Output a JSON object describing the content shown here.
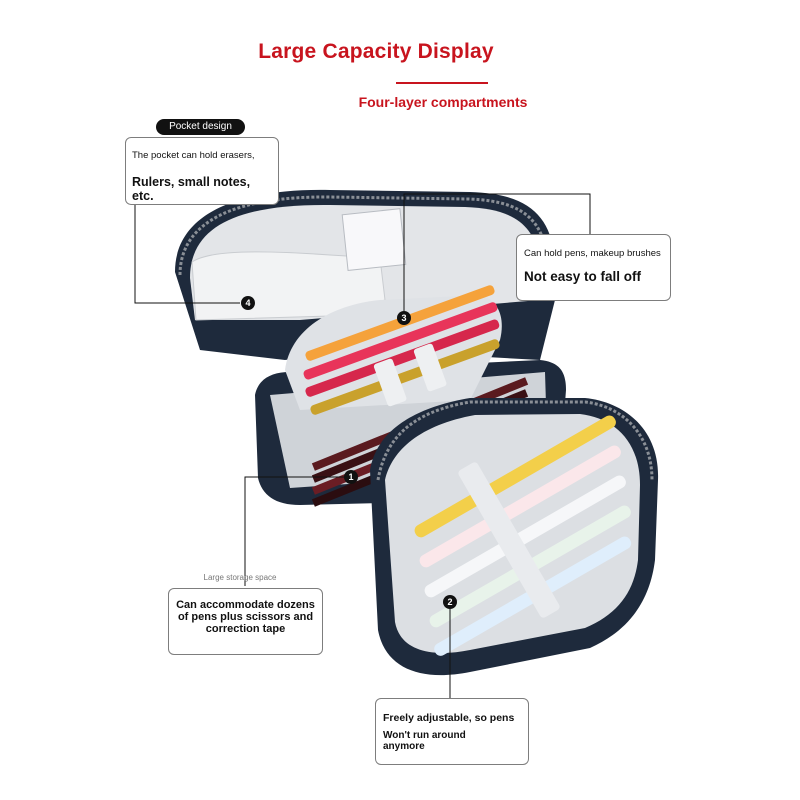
{
  "header": {
    "title": "Large Capacity Display",
    "subtitle": "Four-layer compartments"
  },
  "callouts": {
    "pocket": {
      "tag": "Pocket design",
      "line1": "The pocket can hold erasers,",
      "line2": "Rulers, small notes, etc.",
      "number": "4"
    },
    "pens": {
      "line1": "Can hold pens, makeup brushes",
      "line2": "Not easy to fall off",
      "number": "3"
    },
    "storage": {
      "tag": "Large storage space",
      "line1": "Can accommodate dozens",
      "line2": "of pens plus scissors and",
      "line3": "correction tape",
      "number": "1"
    },
    "adjustable": {
      "line1": "Freely adjustable, so pens",
      "line2": "Won't run around",
      "line3": "anymore",
      "number": "2"
    }
  },
  "colors": {
    "accent_red": "#c8141e",
    "case_navy": "#1e2a3c",
    "lining_gray": "#dcdfe3"
  }
}
